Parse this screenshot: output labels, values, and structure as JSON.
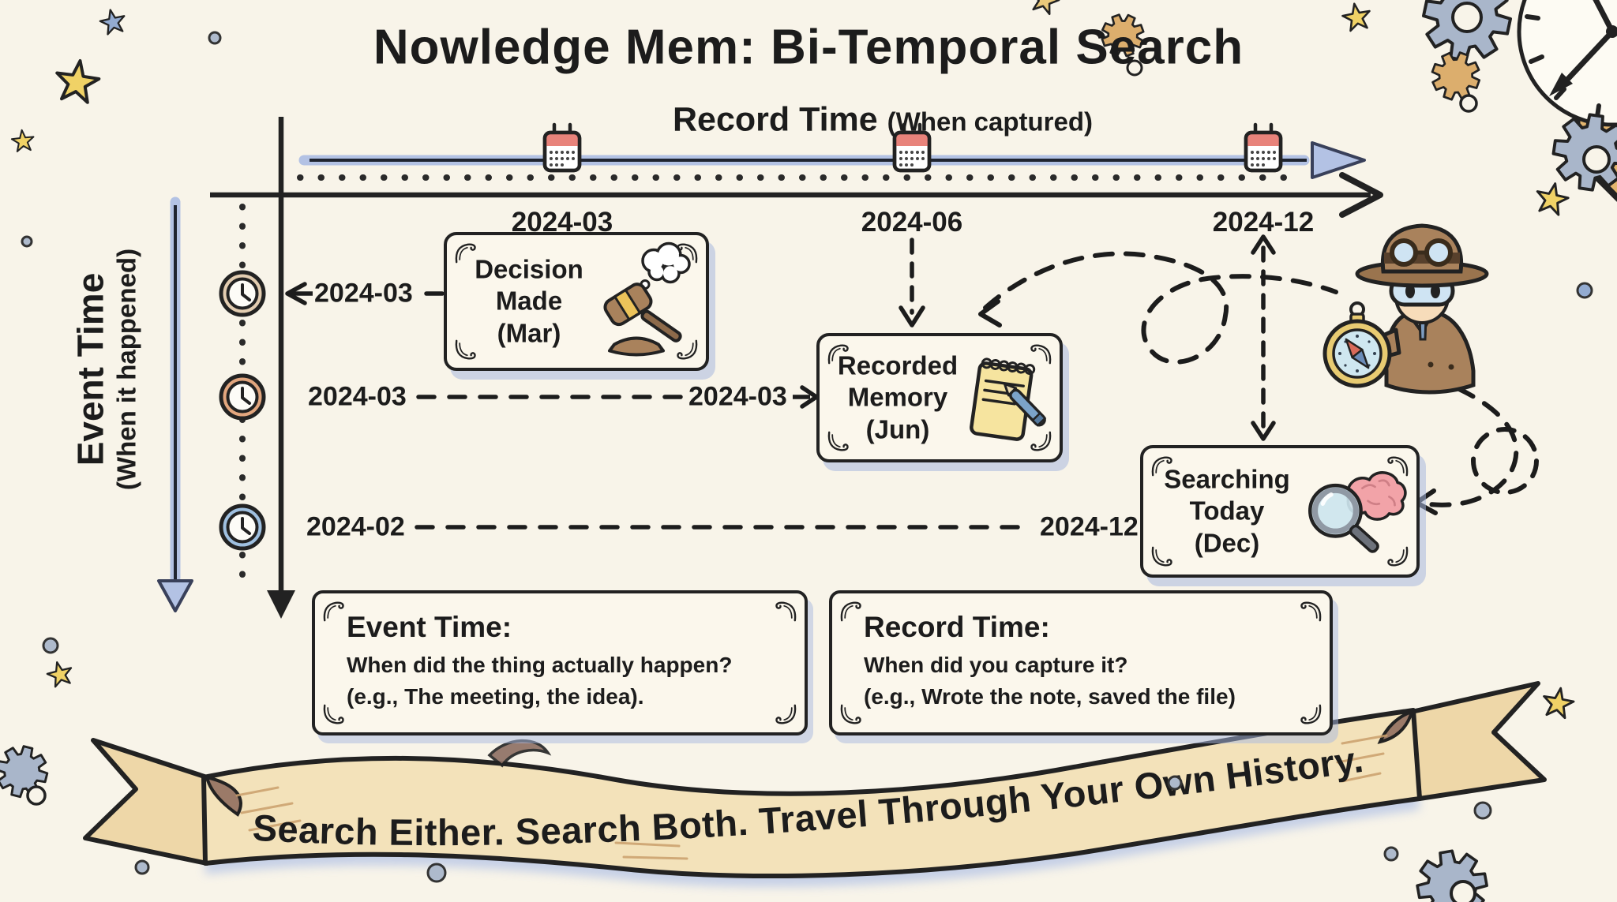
{
  "title": "Nowledge Mem: Bi-Temporal Search",
  "record_axis": {
    "label": "Record Time",
    "sublabel": "(When captured)",
    "ticks": [
      "2024-03",
      "2024-06",
      "2024-12"
    ]
  },
  "event_axis": {
    "label": "Event Time",
    "sublabel": "(When it happened)"
  },
  "event_rows": {
    "decision_event": "2024-03",
    "memory_event": "2024-03",
    "memory_record": "2024-03",
    "search_event": "2024-02",
    "search_record": "2024-12"
  },
  "nodes": {
    "decision": {
      "l1": "Decision",
      "l2": "Made",
      "l3": "(Mar)"
    },
    "recorded": {
      "l1": "Recorded",
      "l2": "Memory",
      "l3": "(Jun)"
    },
    "searching": {
      "l1": "Searching",
      "l2": "Today",
      "l3": "(Dec)"
    }
  },
  "legend": {
    "event": {
      "heading": "Event Time:",
      "line1": "When did the thing actually happen?",
      "line2": "(e.g., The meeting, the idea)."
    },
    "record": {
      "heading": "Record Time:",
      "line1": "When did you capture it?",
      "line2": "(e.g., Wrote the note, saved the file)"
    }
  },
  "banner": {
    "text": "Search Either. Search Both. Travel Through Your Own History."
  },
  "icons": {
    "record_tick": "calendar-icon",
    "event_tick": "clock-icon",
    "decision": "gavel-icon",
    "recorded": "notepad-pen-icon",
    "searching": "magnifier-brain-icon",
    "mascot": "detective-compass-icon",
    "corner": "clock-gear-icon",
    "decor": [
      "star-icon",
      "gear-icon",
      "dot-icon"
    ]
  },
  "colors": {
    "paper": "#f8f4e9",
    "ink": "#1c1c1c",
    "accent_blue": "#b3c2e4",
    "banner_fill": "#f3e2ba",
    "calendar_red": "#e8837b",
    "clock_ring_tan": "#e3cdb1",
    "clock_ring_orange": "#e2a67e",
    "clock_ring_blue": "#9fc0e0"
  }
}
